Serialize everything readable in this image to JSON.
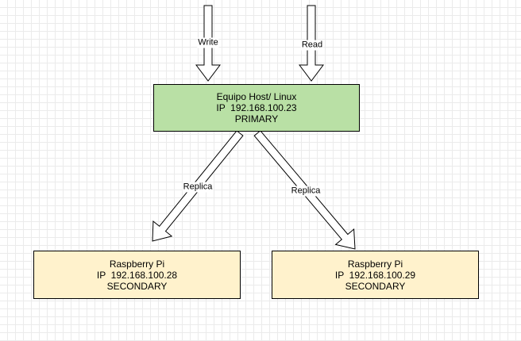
{
  "nodes": {
    "primary": {
      "line1": "Equipo Host/ Linux",
      "line2": "IP  192.168.100.23",
      "line3": "PRIMARY",
      "fill": "#b9e0a5"
    },
    "secondary_1": {
      "line1": "Raspberry Pi",
      "line2": "IP  192.168.100.28",
      "line3": "SECONDARY",
      "fill": "#fff2cc"
    },
    "secondary_2": {
      "line1": "Raspberry Pi",
      "line2": "IP  192.168.100.29",
      "line3": "SECONDARY",
      "fill": "#fff2cc"
    }
  },
  "edges": {
    "write": "Write",
    "read": "Read",
    "replica_1": "Replica",
    "replica_2": "Replica"
  }
}
